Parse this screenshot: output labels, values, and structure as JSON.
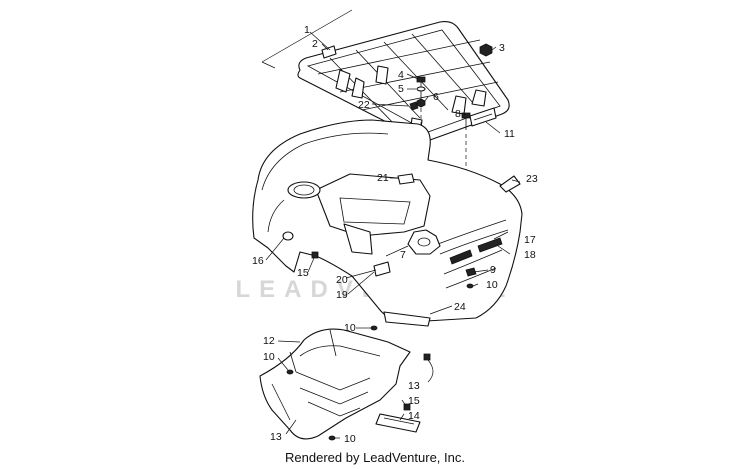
{
  "callouts": [
    "1",
    "2",
    "3",
    "4",
    "5",
    "6",
    "22",
    "8",
    "11",
    "21",
    "23",
    "16",
    "15",
    "7",
    "20",
    "19",
    "17",
    "18",
    "9",
    "10",
    "24",
    "10",
    "12",
    "10",
    "13",
    "15",
    "14",
    "13",
    "10"
  ],
  "watermark": "LEADVENTURE",
  "footer": "Rendered by LeadVenture, Inc."
}
